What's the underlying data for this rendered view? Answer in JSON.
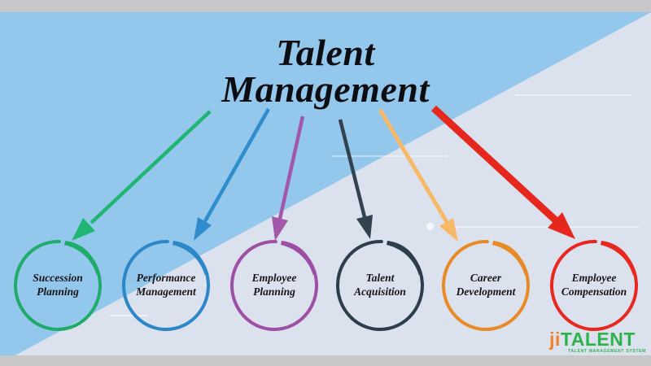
{
  "title": {
    "line1": "Talent",
    "line2": "Management"
  },
  "items": [
    {
      "label": "Succession Planning",
      "color": "#1fab69",
      "arrow_color": "#21b573"
    },
    {
      "label": "Performance Management",
      "color": "#2b87c8",
      "arrow_color": "#2f8ccd"
    },
    {
      "label": "Employee Planning",
      "color": "#9c4fa5",
      "arrow_color": "#a257ab"
    },
    {
      "label": "Talent Acquisition",
      "color": "#2d3d4b",
      "arrow_color": "#33424f"
    },
    {
      "label": "Career Development",
      "color": "#e88a25",
      "arrow_color": "#f7b967"
    },
    {
      "label": "Employee Compensation",
      "color": "#e8281e",
      "arrow_color": "#e5271d"
    }
  ],
  "logo": {
    "prefix": "ji",
    "name": "TALENT",
    "tagline": "TALENT MANAGEMENT SYSTEM",
    "prefix_color": "#f0832a",
    "name_color": "#2eb34a"
  },
  "colors": {
    "sky": "#93c7eb",
    "pale": "#dce1ee",
    "bar": "#c8c8c8",
    "title_ink": "#0c0d12",
    "label_ink": "#15151a",
    "decor_line": "#ffffff"
  }
}
